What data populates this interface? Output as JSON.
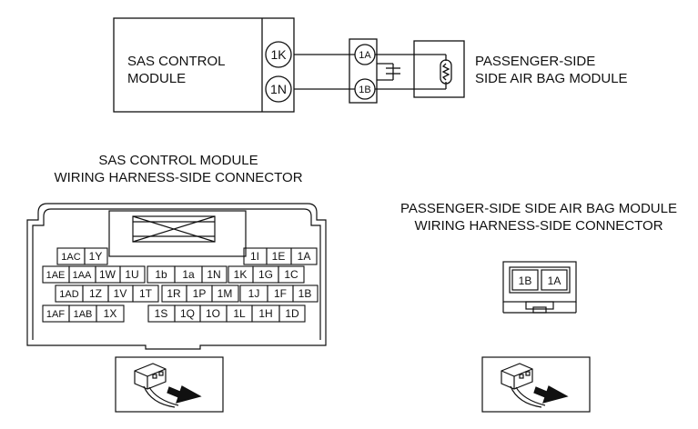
{
  "schematic": {
    "module_left": {
      "line1": "SAS CONTROL",
      "line2": "MODULE"
    },
    "module_right": {
      "line1": "PASSENGER-SIDE",
      "line2": "SIDE AIR BAG MODULE"
    },
    "terminals_left": [
      "1K",
      "1N"
    ],
    "terminals_right": [
      "1A",
      "1B"
    ]
  },
  "connector_left": {
    "title_line1": "SAS CONTROL MODULE",
    "title_line2": "WIRING HARNESS-SIDE CONNECTOR",
    "rows": [
      [
        "1AC",
        "1Y",
        "",
        "",
        "",
        "",
        "",
        "",
        "1I",
        "1E",
        "1A"
      ],
      [
        "1AE",
        "1AA",
        "1W",
        "1U",
        "1b",
        "1a",
        "1N",
        "1K",
        "1G",
        "1C",
        ""
      ],
      [
        "1AD",
        "1Z",
        "1V",
        "1T",
        "1R",
        "1P",
        "1M",
        "1J",
        "1F",
        "1B",
        ""
      ],
      [
        "1AF",
        "1AB",
        "1X",
        "",
        "1S",
        "1Q",
        "1O",
        "1L",
        "1H",
        "1D",
        ""
      ]
    ]
  },
  "connector_right": {
    "title_line1": "PASSENGER-SIDE SIDE AIR BAG MODULE",
    "title_line2": "WIRING HARNESS-SIDE CONNECTOR",
    "pins": [
      "1B",
      "1A"
    ]
  },
  "icons": [
    "connector-view-icon",
    "connector-view-icon"
  ]
}
